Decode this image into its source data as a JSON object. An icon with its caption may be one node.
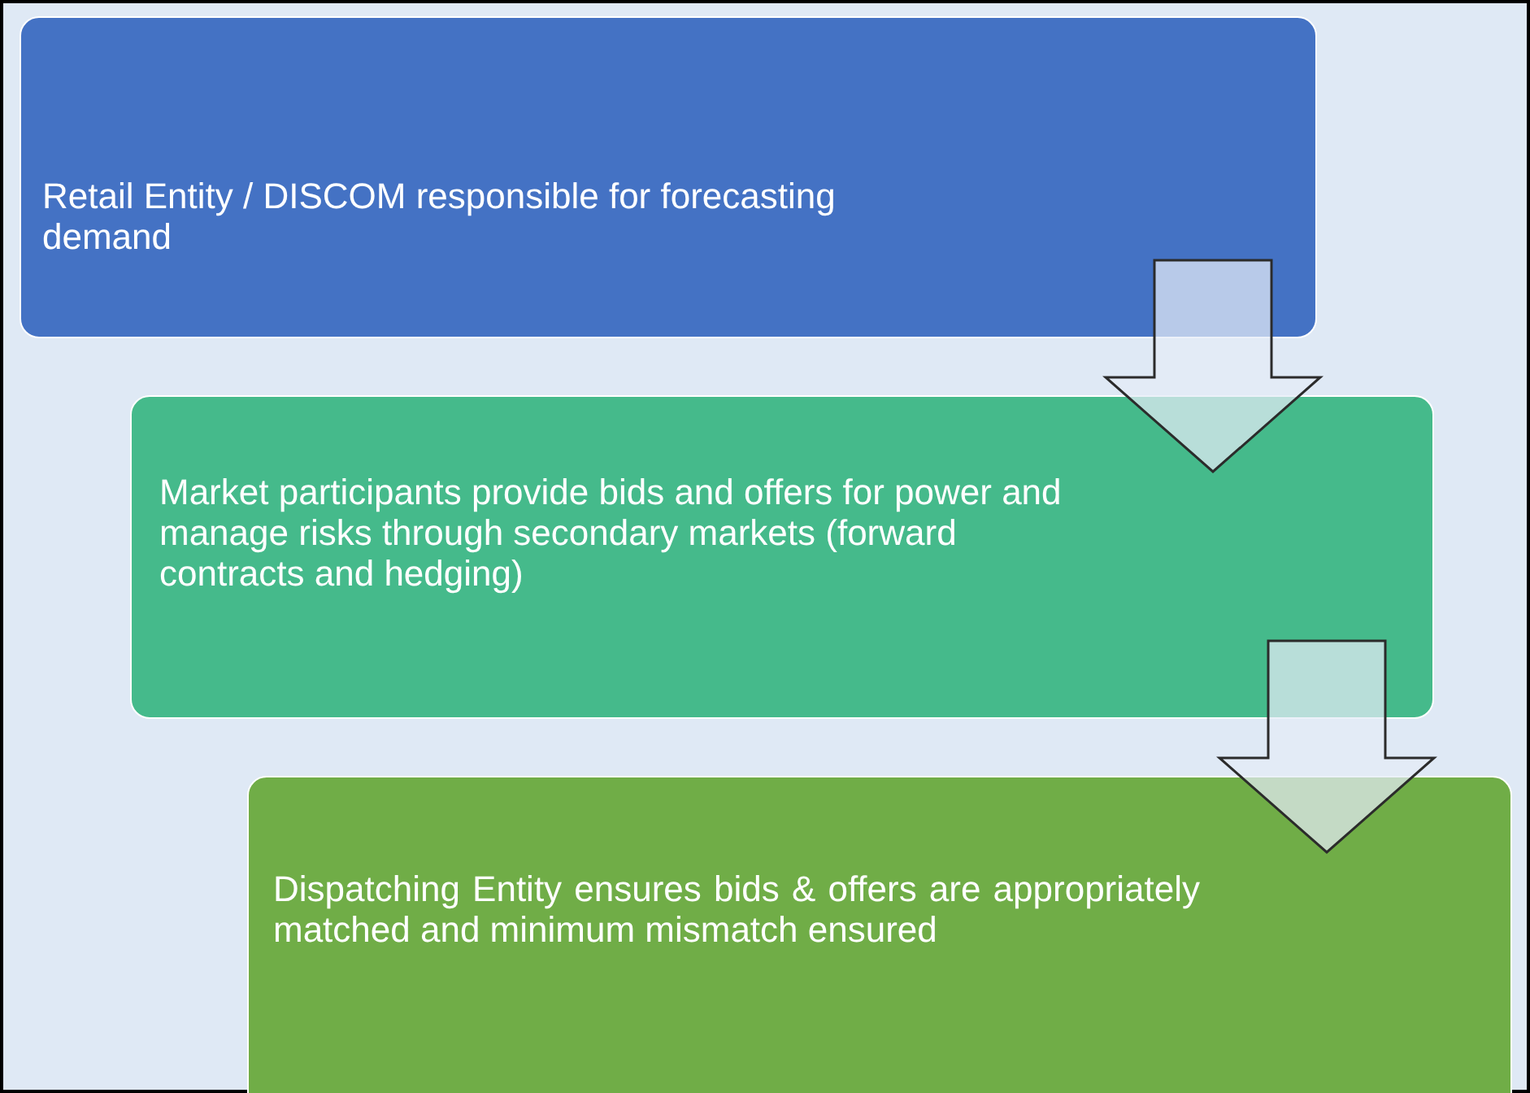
{
  "diagram": {
    "nodes": [
      {
        "text": [
          "Retail Entity / DISCOM responsible for forecasting demand"
        ]
      },
      {
        "text": [
          "Market participants provide bids and offers for power and manage risks through secondary markets (forward contracts and hedging)"
        ]
      },
      {
        "text": [
          "Dispatching Entity ensures bids & offers are appropriately matched and minimum mismatch ensured"
        ]
      }
    ],
    "edges": [
      {
        "from": 0,
        "to": 1,
        "arrow": "to"
      },
      {
        "from": 1,
        "to": 2,
        "arrow": "to"
      }
    ]
  }
}
